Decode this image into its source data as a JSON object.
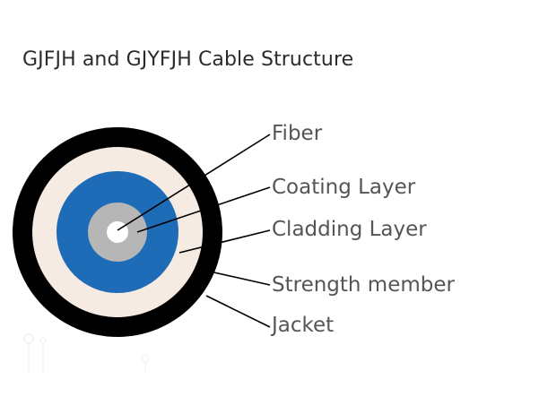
{
  "title": "GJFJH and GJYFJH Cable Structure",
  "layers": [
    {
      "name": "jacket",
      "color": "#000000"
    },
    {
      "name": "strength-member",
      "color": "#f6ebe2"
    },
    {
      "name": "cladding-layer",
      "color": "#1e6cb8"
    },
    {
      "name": "coating-layer",
      "color": "#b6b6b6"
    },
    {
      "name": "fiber",
      "color": "#ffffff"
    }
  ],
  "labels": {
    "fiber": "Fiber",
    "coating": "Coating Layer",
    "cladding": "Cladding Layer",
    "strength": "Strength member",
    "jacket": "Jacket"
  }
}
